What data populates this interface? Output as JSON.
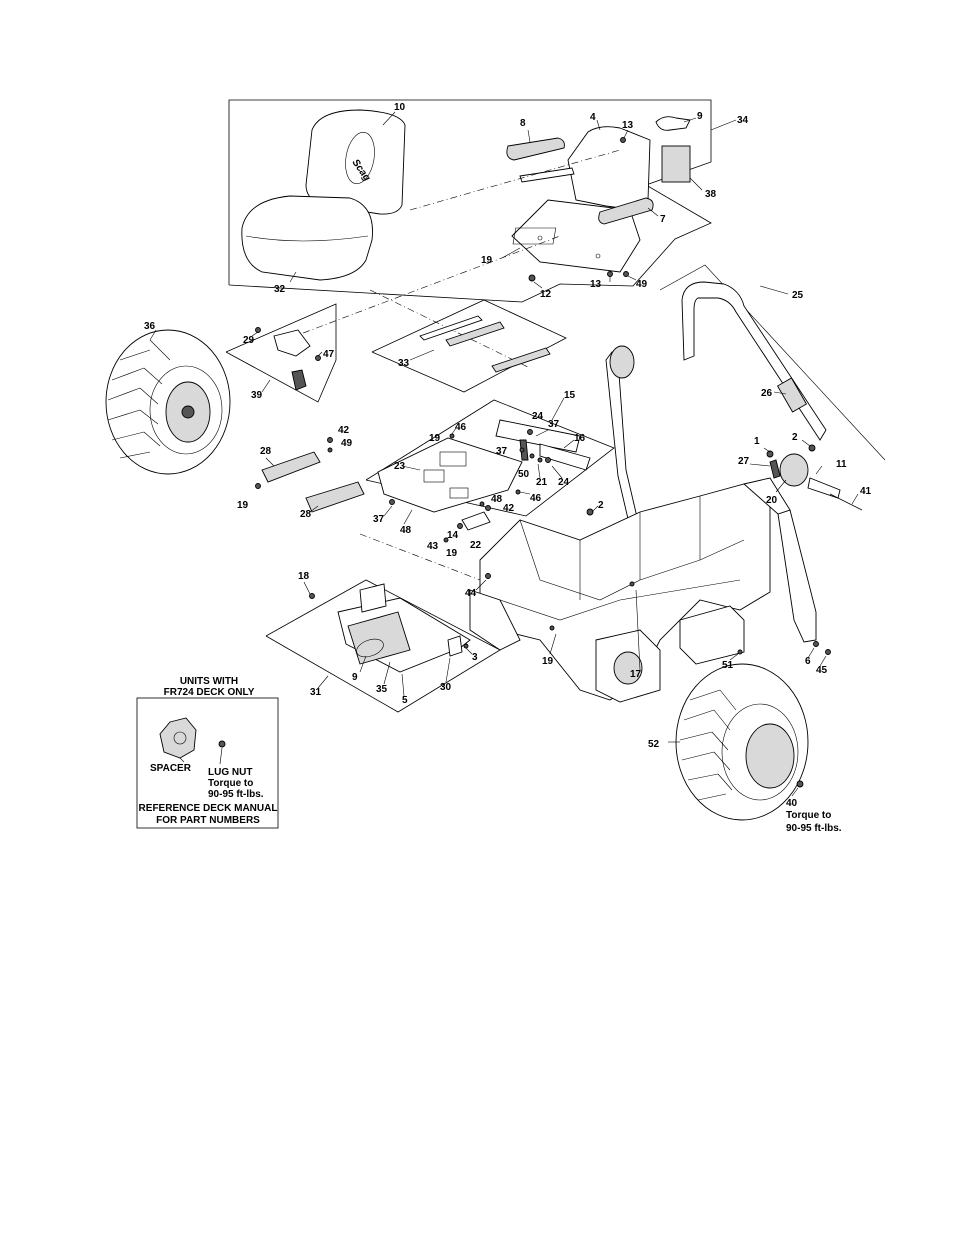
{
  "callouts": [
    {
      "id": "c10",
      "text": "10"
    },
    {
      "id": "c8",
      "text": "8"
    },
    {
      "id": "c4",
      "text": "4"
    },
    {
      "id": "c13a",
      "text": "13"
    },
    {
      "id": "c9a",
      "text": "9"
    },
    {
      "id": "c34",
      "text": "34"
    },
    {
      "id": "c38",
      "text": "38"
    },
    {
      "id": "c7",
      "text": "7"
    },
    {
      "id": "c19a",
      "text": "19"
    },
    {
      "id": "c32",
      "text": "32"
    },
    {
      "id": "c12",
      "text": "12"
    },
    {
      "id": "c13b",
      "text": "13"
    },
    {
      "id": "c49a",
      "text": "49"
    },
    {
      "id": "c25",
      "text": "25"
    },
    {
      "id": "c36",
      "text": "36"
    },
    {
      "id": "c29",
      "text": "29"
    },
    {
      "id": "c47",
      "text": "47"
    },
    {
      "id": "c39",
      "text": "39"
    },
    {
      "id": "c33",
      "text": "33"
    },
    {
      "id": "c15",
      "text": "15"
    },
    {
      "id": "c26",
      "text": "26"
    },
    {
      "id": "c24a",
      "text": "24"
    },
    {
      "id": "c37a",
      "text": "37"
    },
    {
      "id": "c16",
      "text": "16"
    },
    {
      "id": "c46a",
      "text": "46"
    },
    {
      "id": "c42a",
      "text": "42"
    },
    {
      "id": "c49b",
      "text": "49"
    },
    {
      "id": "c19b",
      "text": "19"
    },
    {
      "id": "c1",
      "text": "1"
    },
    {
      "id": "c2a",
      "text": "2"
    },
    {
      "id": "c37b",
      "text": "37"
    },
    {
      "id": "c50",
      "text": "50"
    },
    {
      "id": "c27",
      "text": "27"
    },
    {
      "id": "c11",
      "text": "11"
    },
    {
      "id": "c28a",
      "text": "28"
    },
    {
      "id": "c23",
      "text": "23"
    },
    {
      "id": "c21",
      "text": "21"
    },
    {
      "id": "c24b",
      "text": "24"
    },
    {
      "id": "c20",
      "text": "20"
    },
    {
      "id": "c41",
      "text": "41"
    },
    {
      "id": "c19c",
      "text": "19"
    },
    {
      "id": "c46b",
      "text": "46"
    },
    {
      "id": "c28b",
      "text": "28"
    },
    {
      "id": "c48a",
      "text": "48"
    },
    {
      "id": "c42b",
      "text": "42"
    },
    {
      "id": "c2b",
      "text": "2"
    },
    {
      "id": "c37c",
      "text": "37"
    },
    {
      "id": "c48b",
      "text": "48"
    },
    {
      "id": "c14",
      "text": "14"
    },
    {
      "id": "c43",
      "text": "43"
    },
    {
      "id": "c22",
      "text": "22"
    },
    {
      "id": "c19d",
      "text": "19"
    },
    {
      "id": "c18",
      "text": "18"
    },
    {
      "id": "c44",
      "text": "44"
    },
    {
      "id": "c3",
      "text": "3"
    },
    {
      "id": "c19e",
      "text": "19"
    },
    {
      "id": "c17",
      "text": "17"
    },
    {
      "id": "c6",
      "text": "6"
    },
    {
      "id": "c45",
      "text": "45"
    },
    {
      "id": "c51",
      "text": "51"
    },
    {
      "id": "c31",
      "text": "31"
    },
    {
      "id": "c9b",
      "text": "9"
    },
    {
      "id": "c35",
      "text": "35"
    },
    {
      "id": "c30",
      "text": "30"
    },
    {
      "id": "c5",
      "text": "5"
    },
    {
      "id": "c52",
      "text": "52"
    },
    {
      "id": "c40",
      "text": "40"
    }
  ],
  "wheel_note": {
    "line1": "Torque to",
    "line2": "90-95 ft-lbs."
  },
  "inset": {
    "title_line1": "UNITS WITH",
    "title_line2": "FR724 DECK ONLY",
    "spacer_label": "SPACER",
    "lug_nut_label": "LUG NUT",
    "torque_line1": "Torque to",
    "torque_line2": "90-95 ft-lbs.",
    "reference_line1": "REFERENCE DECK MANUAL",
    "reference_line2": "FOR PART NUMBERS"
  },
  "seat_logo": "Scag"
}
